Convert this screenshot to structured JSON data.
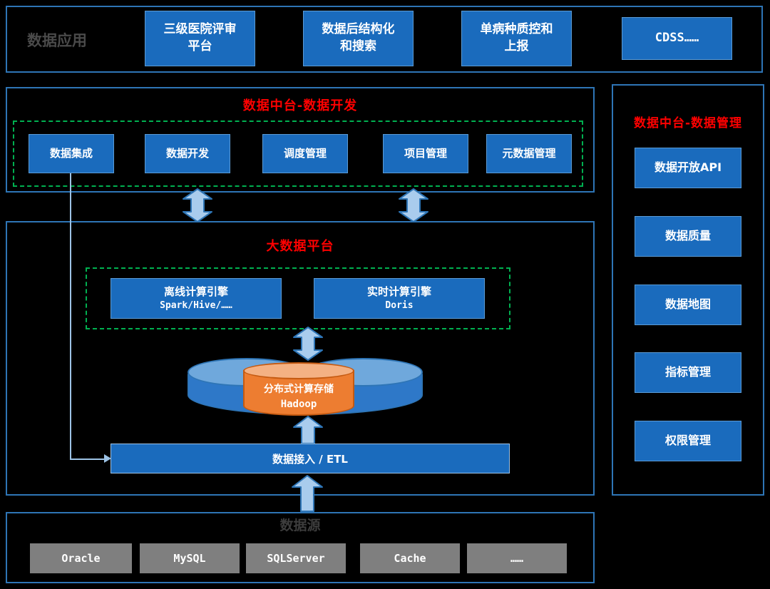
{
  "colors": {
    "background": "#000000",
    "section_border": "#2e75b6",
    "box_blue": "#1a6bbd",
    "title_red": "#ff0000",
    "dashed_green": "#00b050",
    "arrow_fill": "#a9cced",
    "arrow_outline": "#2e75b6",
    "storage_orange": "#ed7d31",
    "storage_orange_light": "#f4b183",
    "cloud_blue": "#2e78c8",
    "cloud_hump_blue": "#6fa8dc",
    "source_box_gray": "#7f7f7f",
    "muted_label_gray": "#4a4a4a"
  },
  "app_section": {
    "label": "数据应用",
    "items": [
      "三级医院评审平台",
      "数据后结构化和搜索",
      "单病种质控和上报",
      "CDSS……"
    ]
  },
  "dev_section": {
    "title": "数据中台-数据开发",
    "items": [
      "数据集成",
      "数据开发",
      "调度管理",
      "项目管理",
      "元数据管理"
    ]
  },
  "platform_section": {
    "title": "大数据平台",
    "engines": [
      {
        "name": "离线计算引擎",
        "tech": "Spark/Hive/……"
      },
      {
        "name": "实时计算引擎",
        "tech": "Doris"
      }
    ],
    "storage": {
      "name": "分布式计算存储",
      "tech": "Hadoop"
    },
    "etl_label": "数据接入 / ETL"
  },
  "mgmt_section": {
    "title": "数据中台-数据管理",
    "items": [
      "数据开放API",
      "数据质量",
      "数据地图",
      "指标管理",
      "权限管理"
    ]
  },
  "source_section": {
    "label": "数据源",
    "items": [
      "Oracle",
      "MySQL",
      "SQLServer",
      "Cache",
      "……"
    ]
  }
}
